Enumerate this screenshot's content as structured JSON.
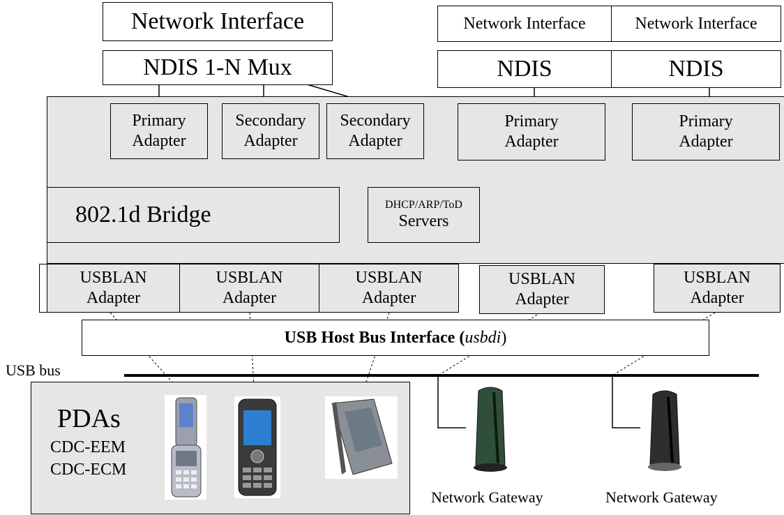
{
  "network_interfaces": [
    "Network Interface",
    "Network Interface",
    "Network Interface"
  ],
  "ndis_mux": "NDIS 1-N Mux",
  "ndis": [
    "NDIS",
    "NDIS"
  ],
  "adapters_top": [
    {
      "line1": "Primary",
      "line2": "Adapter"
    },
    {
      "line1": "Secondary",
      "line2": "Adapter"
    },
    {
      "line1": "Secondary",
      "line2": "Adapter"
    },
    {
      "line1": "Primary",
      "line2": "Adapter"
    },
    {
      "line1": "Primary",
      "line2": "Adapter"
    }
  ],
  "bridge": "802.1d Bridge",
  "servers": {
    "line1": "DHCP/ARP/ToD",
    "line2": "Servers"
  },
  "usblan": [
    {
      "line1": "USBLAN",
      "line2": "Adapter"
    },
    {
      "line1": "USBLAN",
      "line2": "Adapter"
    },
    {
      "line1": "USBLAN",
      "line2": "Adapter"
    },
    {
      "line1": "USBLAN",
      "line2": "Adapter"
    },
    {
      "line1": "USBLAN",
      "line2": "Adapter"
    }
  ],
  "host_bus": {
    "text": "USB Host Bus Interface (",
    "italic": "usbdi",
    "close": ")"
  },
  "usb_bus_label": "USB bus",
  "pdas": {
    "title": "PDAs",
    "line1": "CDC-EEM",
    "line2": "CDC-ECM"
  },
  "gateways": [
    "Network Gateway",
    "Network Gateway"
  ]
}
